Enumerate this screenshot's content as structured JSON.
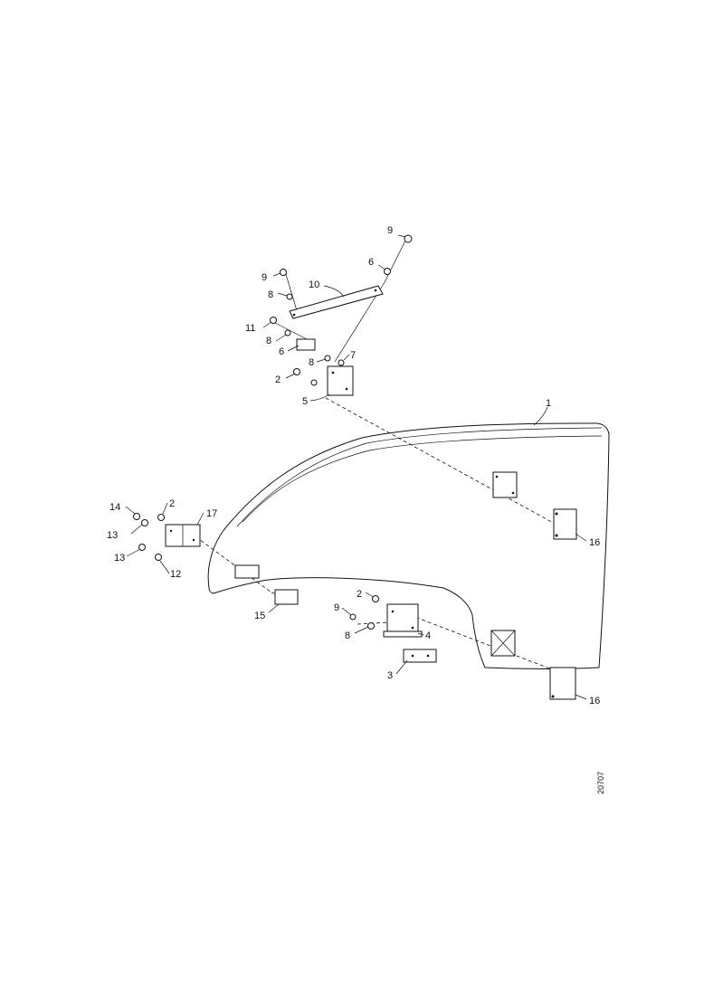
{
  "diagram": {
    "reference_number": "20707",
    "callouts": {
      "c1": "1",
      "c2a": "2",
      "c2b": "2",
      "c2c": "2",
      "c3": "3",
      "c4": "4",
      "c5": "5",
      "c6a": "6",
      "c6b": "6",
      "c7": "7",
      "c8a": "8",
      "c8b": "8",
      "c8c": "8",
      "c8d": "8",
      "c9a": "9",
      "c9b": "9",
      "c9c": "9",
      "c10": "10",
      "c11": "11",
      "c12": "12",
      "c13a": "13",
      "c13b": "13",
      "c14": "14",
      "c15": "15",
      "c16a": "16",
      "c16b": "16",
      "c17": "17"
    }
  }
}
